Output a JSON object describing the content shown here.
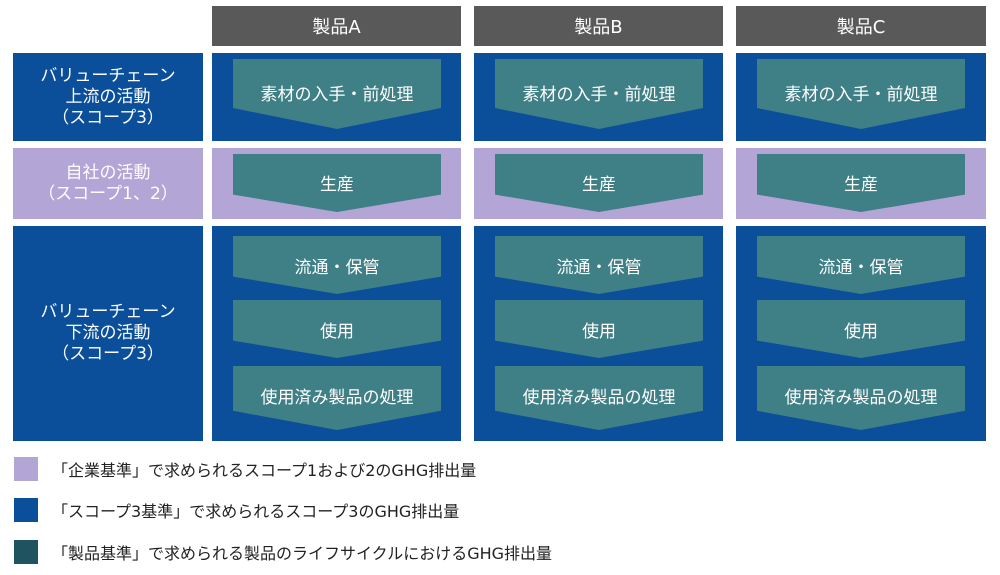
{
  "columns": [
    "製品A",
    "製品B",
    "製品C"
  ],
  "rows": {
    "upstream": {
      "label": "バリューチェーン\n上流の活動\n（スコープ3）",
      "steps": [
        "素材の入手・前処理"
      ]
    },
    "own": {
      "label": "自社の活動\n（スコープ1、2）",
      "steps": [
        "生産"
      ]
    },
    "downstream": {
      "label": "バリューチェーン\n下流の活動\n（スコープ3）",
      "steps": [
        "流通・保管",
        "使用",
        "使用済み製品の処理"
      ]
    }
  },
  "legend": [
    {
      "text": "「企業基準」で求められるスコープ1および2のGHG排出量",
      "color": "#b3a5d6"
    },
    {
      "text": "「スコープ3基準」で求められるスコープ3のGHG排出量",
      "color": "#0b4f9a"
    },
    {
      "text": "「製品基準」で求められる製品のライフサイクルにおけるGHG排出量",
      "color": "#1f5360"
    }
  ],
  "colors": {
    "header": "#595959",
    "scope3": "#0b4f9a",
    "scope12": "#b3a5d6",
    "step": "#3f7f86"
  }
}
